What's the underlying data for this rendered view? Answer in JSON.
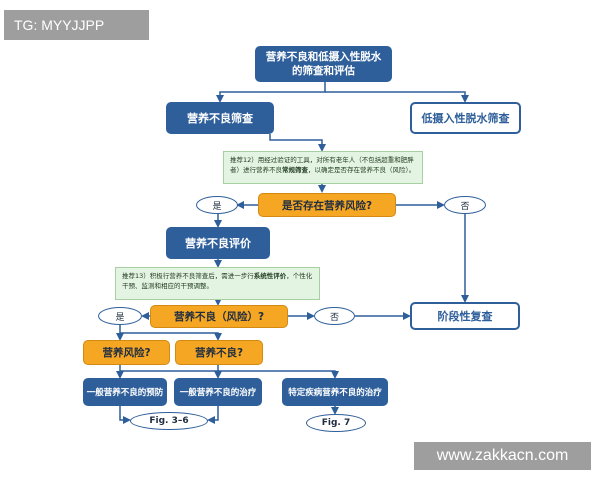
{
  "watermarks": {
    "top_left": "TG: MYYJJPP",
    "bottom_right": "www.zakkacn.com"
  },
  "colors": {
    "primary_blue": "#2f5f9a",
    "decision_orange": "#f5a623",
    "note_green": "#e4f4e2",
    "arrow": "#2f5f9a"
  },
  "flowchart": {
    "title_box": {
      "line1": "营养不良和低摄入性脱水",
      "line2": "的筛查和评估"
    },
    "malnutrition_screening": "营养不良筛查",
    "dehydration_screening": "低摄入性脱水筛查",
    "recommendation_12": {
      "line1_prefix": "推荐12）用经过验证的工具，对所有老年人（不包括超重和肥胖",
      "line2_prefix": "者）进行营养不良",
      "line2_bold": "常规筛查",
      "line2_suffix": "，以确定是否存在营养不良（风险）。"
    },
    "decision_risk": "是否存在营养风险?",
    "yes_1": "是",
    "no_1": "否",
    "malnutrition_assessment": "营养不良评价",
    "recommendation_13": {
      "line1_prefix": "推荐13）积极行营养不良筛查后，需进一步行",
      "line1_bold": "系统性评价",
      "line1_suffix": "，个性化",
      "line2": "干预、监测和相应的干预调整。"
    },
    "decision_malnutrition_risk": "营养不良（风险）?",
    "yes_2": "是",
    "no_2": "否",
    "stage_review": "阶段性复查",
    "nutrition_risk_q": "营养风险?",
    "malnutrition_q": "营养不良?",
    "prevention": "一般营养不良的预防",
    "treatment": "一般营养不良的治疗",
    "disease_treatment": "特定疾病营养不良的治疗",
    "fig_ref_1": "Fig. 3–6",
    "fig_ref_2": "Fig. 7"
  }
}
